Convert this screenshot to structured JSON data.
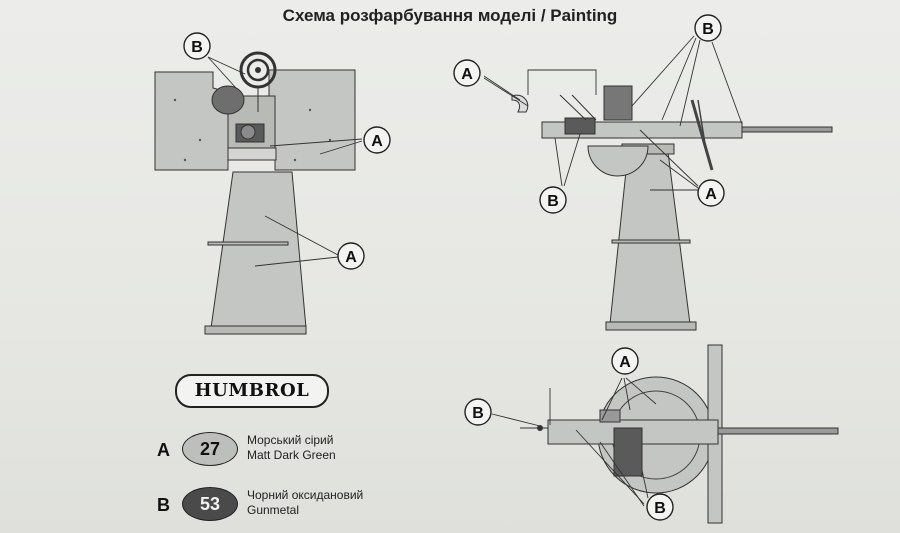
{
  "title": "Схема  розфарбування моделі / Painting",
  "brand": "HUMBROL",
  "colors": {
    "A": {
      "letter": "A",
      "number": "27",
      "name_ua": "Морський сірий",
      "name_en": "Matt Dark Green",
      "swatch": "#bdbfbd",
      "text_color": "#111111"
    },
    "B": {
      "letter": "B",
      "number": "53",
      "name_ua": "Чорний оксидановий",
      "name_en": "Gunmetal",
      "swatch": "#4a4a4a",
      "text_color": "#f2f2f2"
    }
  },
  "callouts": {
    "front_view": [
      "B",
      "A",
      "A"
    ],
    "side_view": [
      "B",
      "A",
      "B",
      "A"
    ],
    "top_view": [
      "A",
      "B",
      "B"
    ]
  }
}
